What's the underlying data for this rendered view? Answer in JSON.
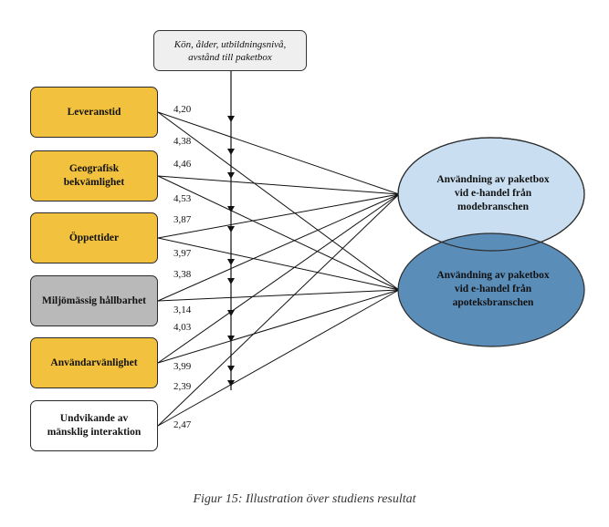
{
  "moderator": {
    "text": "Kön, ålder, utbildningsnivå,\navstånd till paketbox"
  },
  "factors": [
    {
      "label": "Leveranstid",
      "color": "#f2c13d"
    },
    {
      "label": "Geografisk\nbekvämlighet",
      "color": "#f2c13d"
    },
    {
      "label": "Öppettider",
      "color": "#f2c13d"
    },
    {
      "label": "Miljömässig hållbarhet",
      "color": "#b9b9b9"
    },
    {
      "label": "Användarvänlighet",
      "color": "#f2c13d"
    },
    {
      "label": "Undvikande av\nmänsklig interaktion",
      "color": "#ffffff"
    }
  ],
  "outcomes": [
    {
      "label": "Användning av paketbox\nvid e-handel från\nmodebranschen",
      "color": "#c9dff1"
    },
    {
      "label": "Användning av paketbox\nvid e-handel från\napoteksbranschen",
      "color": "#5b8db9"
    }
  ],
  "coefficients": [
    "4,20",
    "4,38",
    "4,46",
    "4,53",
    "3,87",
    "3,97",
    "3,38",
    "3,14",
    "4,03",
    "3,99",
    "2,39",
    "2,47"
  ],
  "caption": "Figur 15: Illustration över studiens resultat"
}
